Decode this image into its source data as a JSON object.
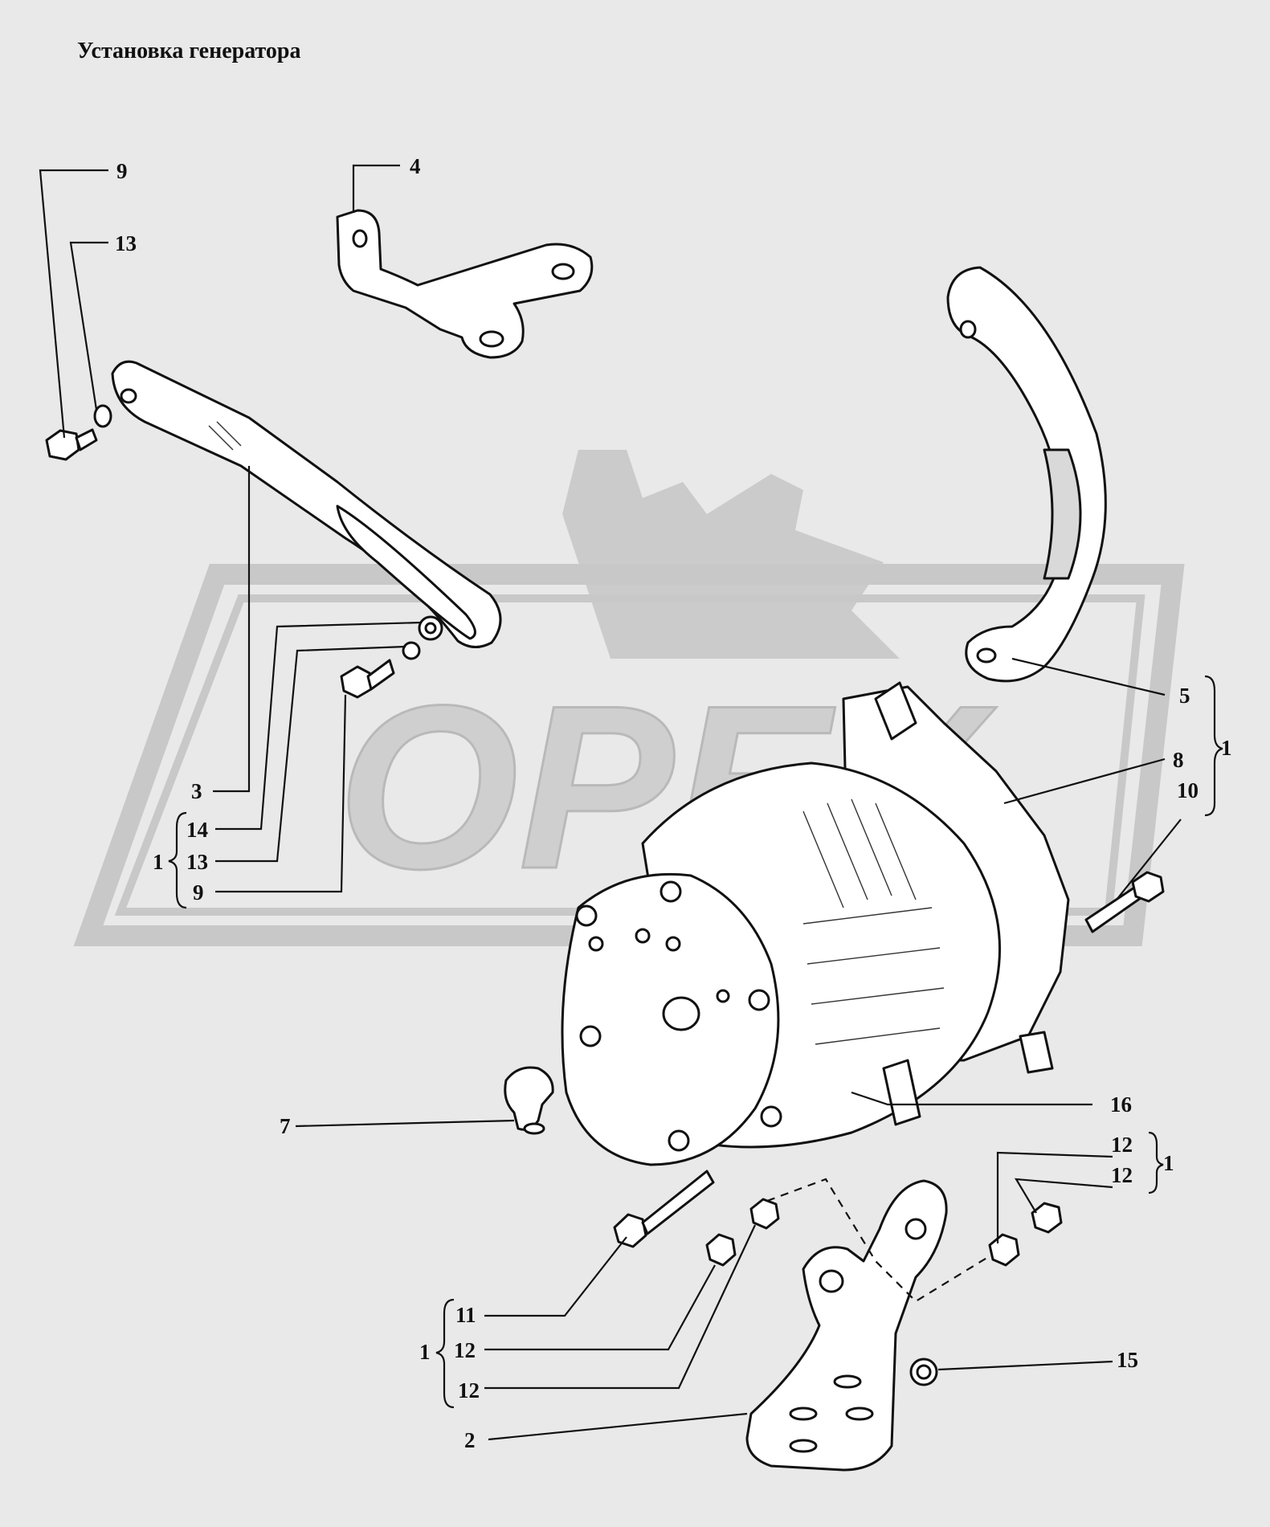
{
  "title": "Установка генератора",
  "watermark": "ОРЕХ",
  "callouts": {
    "c9_top": "9",
    "c13_top": "13",
    "c4": "4",
    "c5": "5",
    "c8": "8",
    "c10": "10",
    "c1_right": "1",
    "c3": "3",
    "c14": "14",
    "c13_left": "13",
    "c9_left": "9",
    "c1_left": "1",
    "c7": "7",
    "c16": "16",
    "c12_r1": "12",
    "c12_r2": "12",
    "c1_bolt_nuts": "1",
    "c11": "11",
    "c12_l1": "12",
    "c12_l2": "12",
    "c1_bottom": "1",
    "c15": "15",
    "c2": "2"
  }
}
